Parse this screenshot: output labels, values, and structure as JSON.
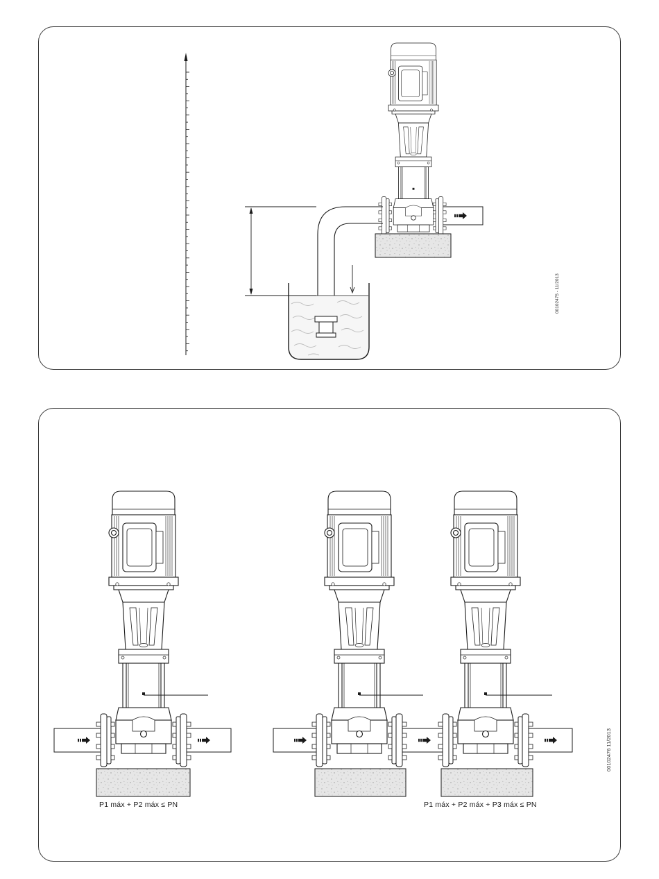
{
  "figures": {
    "top": {
      "code": "00102475 - 11/2013"
    },
    "bottom": {
      "code": "00102476 11/2013",
      "caption_single": "P1 máx + P2 máx ≤ PN",
      "caption_series": "P1 máx + P2 máx + P3 máx ≤ PN"
    }
  },
  "colors": {
    "line": "#1a1a1a",
    "concrete": "#e3e3e3",
    "water": "#f3f3f3"
  }
}
